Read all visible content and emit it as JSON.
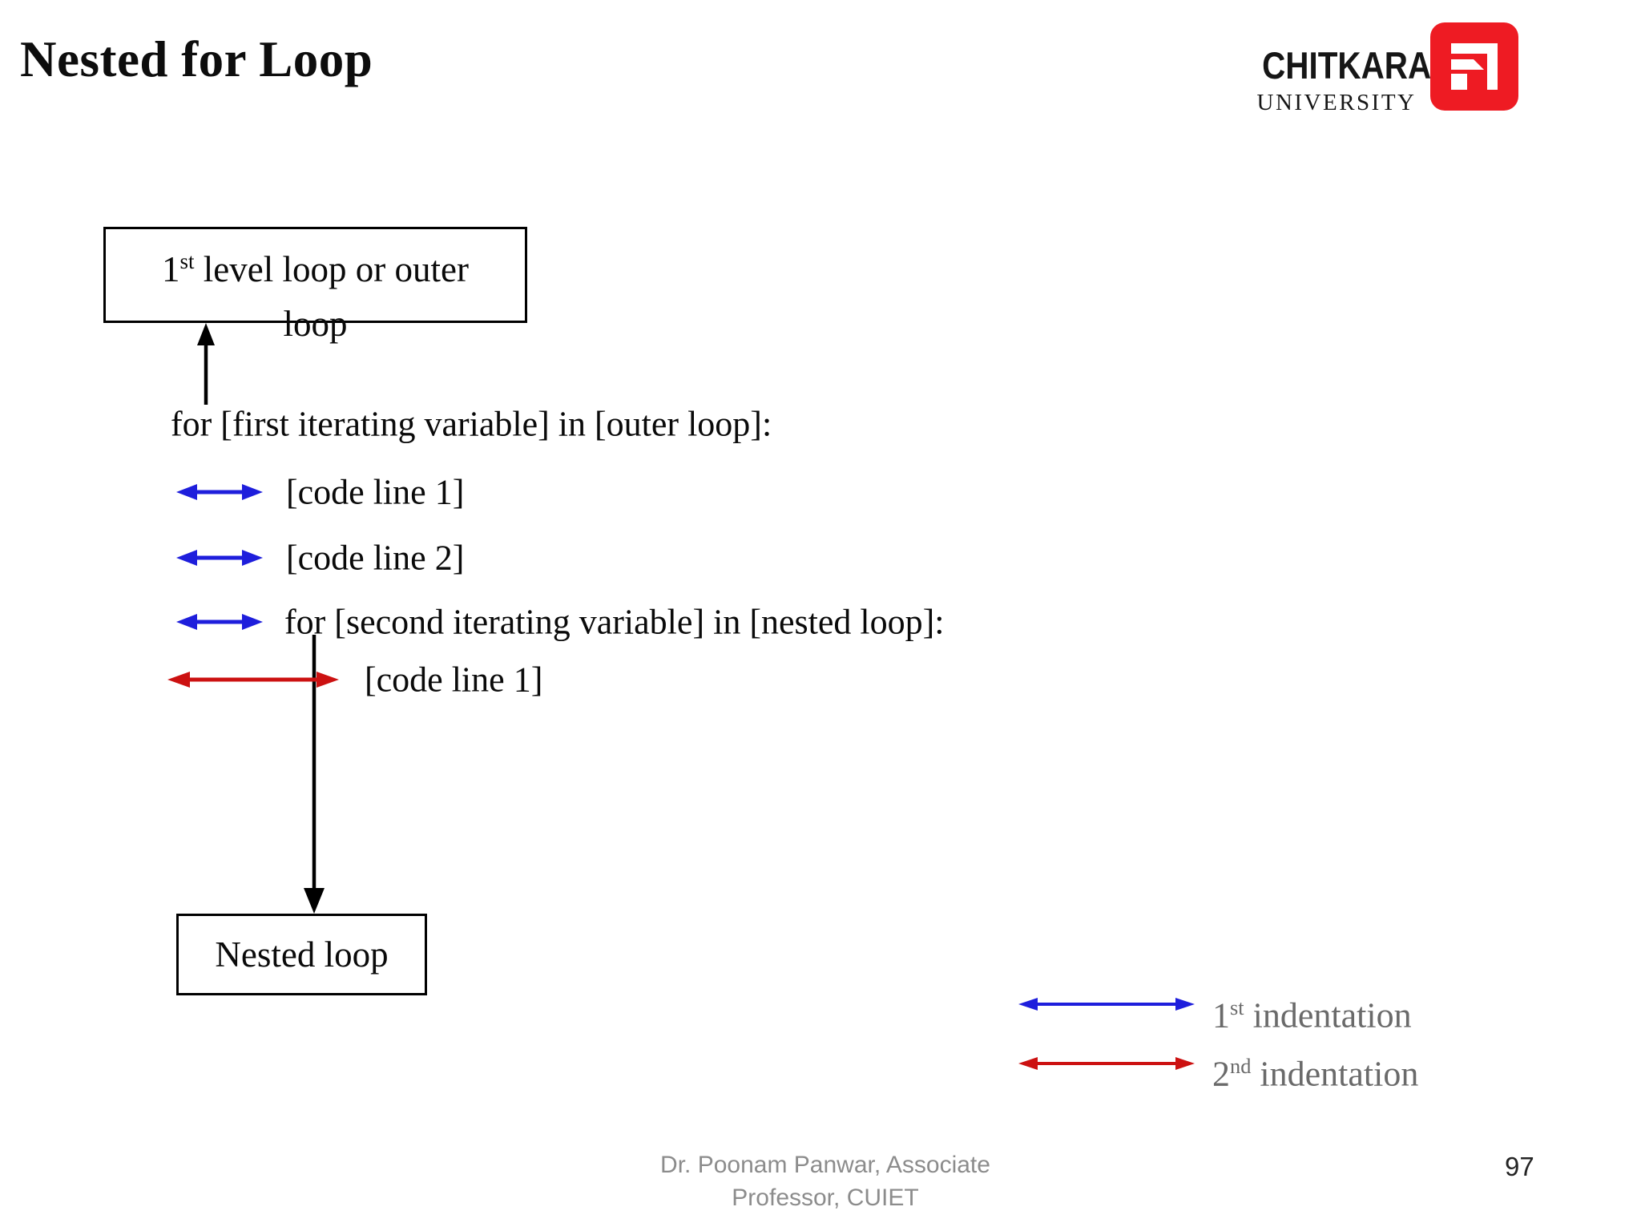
{
  "slide": {
    "title": "Nested for Loop",
    "page_number": "97"
  },
  "logo": {
    "name": "CHITKARA",
    "subtitle": "UNIVERSITY",
    "brand_red": "#EE1B23",
    "mark_icon": "nested-corner-bars"
  },
  "diagram": {
    "outer_box": {
      "base": "1",
      "sup": "st",
      "after": " level loop or outer",
      "line2": "loop"
    },
    "nested_box": {
      "label": "Nested loop"
    },
    "code_lines": {
      "outer_for": "for [first iterating variable] in [outer loop]:",
      "code1": "[code line 1]",
      "code2": "[code line 2]",
      "inner_for": "for [second iterating variable] in [nested loop]:",
      "inner_code1": "[code line 1]"
    },
    "colors": {
      "first_indent_blue": "#1E1EDC",
      "second_indent_red": "#CC1111",
      "connector_black": "#000000"
    },
    "icons": {
      "up_connector": "↑",
      "down_connector": "↓",
      "indent_span": "↔"
    }
  },
  "legend": {
    "items": [
      {
        "base": "1",
        "sup": "st",
        "rest": " indentation",
        "color": "#1E1EDC"
      },
      {
        "base": "2",
        "sup": "nd",
        "rest": " indentation",
        "color": "#CC1111"
      }
    ]
  },
  "footer": {
    "line1": "Dr. Poonam Panwar, Associate",
    "line2": "Professor, CUIET"
  }
}
